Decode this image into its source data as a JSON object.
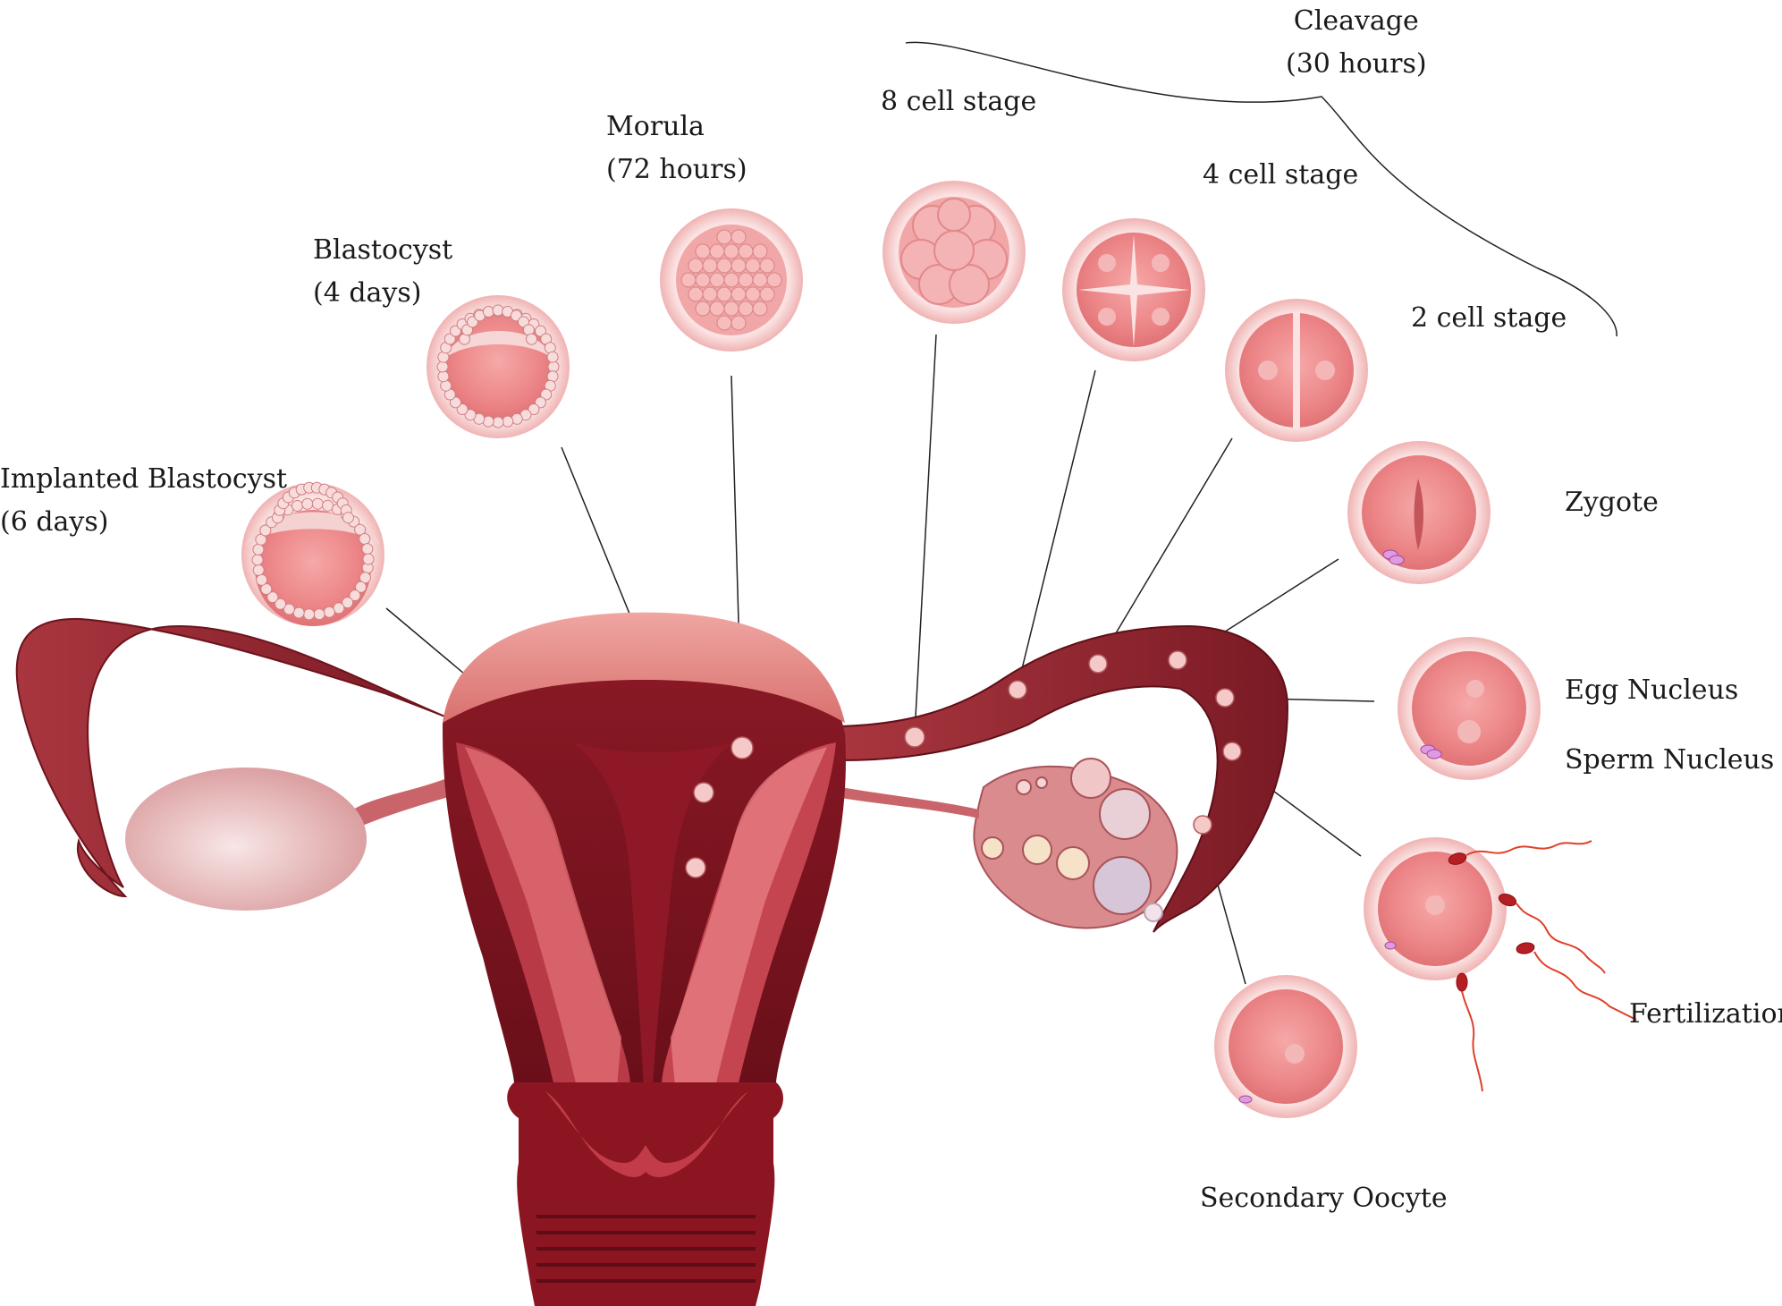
{
  "labels": {
    "cleavage": {
      "title": "Cleavage",
      "time": "(30 hours)"
    },
    "eight_cell": "8 cell stage",
    "four_cell": "4 cell stage",
    "two_cell": "2 cell stage",
    "morula": {
      "title": "Morula",
      "time": "(72 hours)"
    },
    "blastocyst": {
      "title": "Blastocyst",
      "time": "(4 days)"
    },
    "implanted": {
      "title": "Implanted Blastocyst",
      "time": "(6 days)"
    },
    "zygote": "Zygote",
    "egg_nucleus": "Egg Nucleus",
    "sperm_nucleus": "Sperm Nucleus",
    "fertilization": "Fertilization",
    "secondary_oocyte": "Secondary Oocyte"
  },
  "colors": {
    "uterus_dark": "#7a1420",
    "uterus_mid": "#a52a38",
    "uterus_light": "#d9626a",
    "endometrium": "#e48a8a",
    "ovary": "#e8b3b3",
    "cell_outer": "#f4c2c2",
    "cell_inner": "#ee8f90",
    "leader": "#222222"
  }
}
